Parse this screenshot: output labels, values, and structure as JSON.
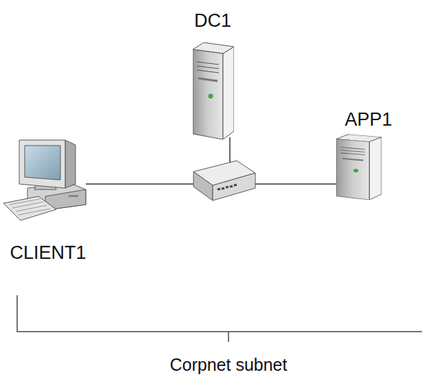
{
  "diagram": {
    "nodes": [
      {
        "text": [
          "DC1"
        ]
      },
      {
        "text": [
          "APP1"
        ]
      },
      {
        "text": [
          "CLIENT1"
        ]
      }
    ],
    "labels": [
      "Corpnet subnet"
    ]
  }
}
